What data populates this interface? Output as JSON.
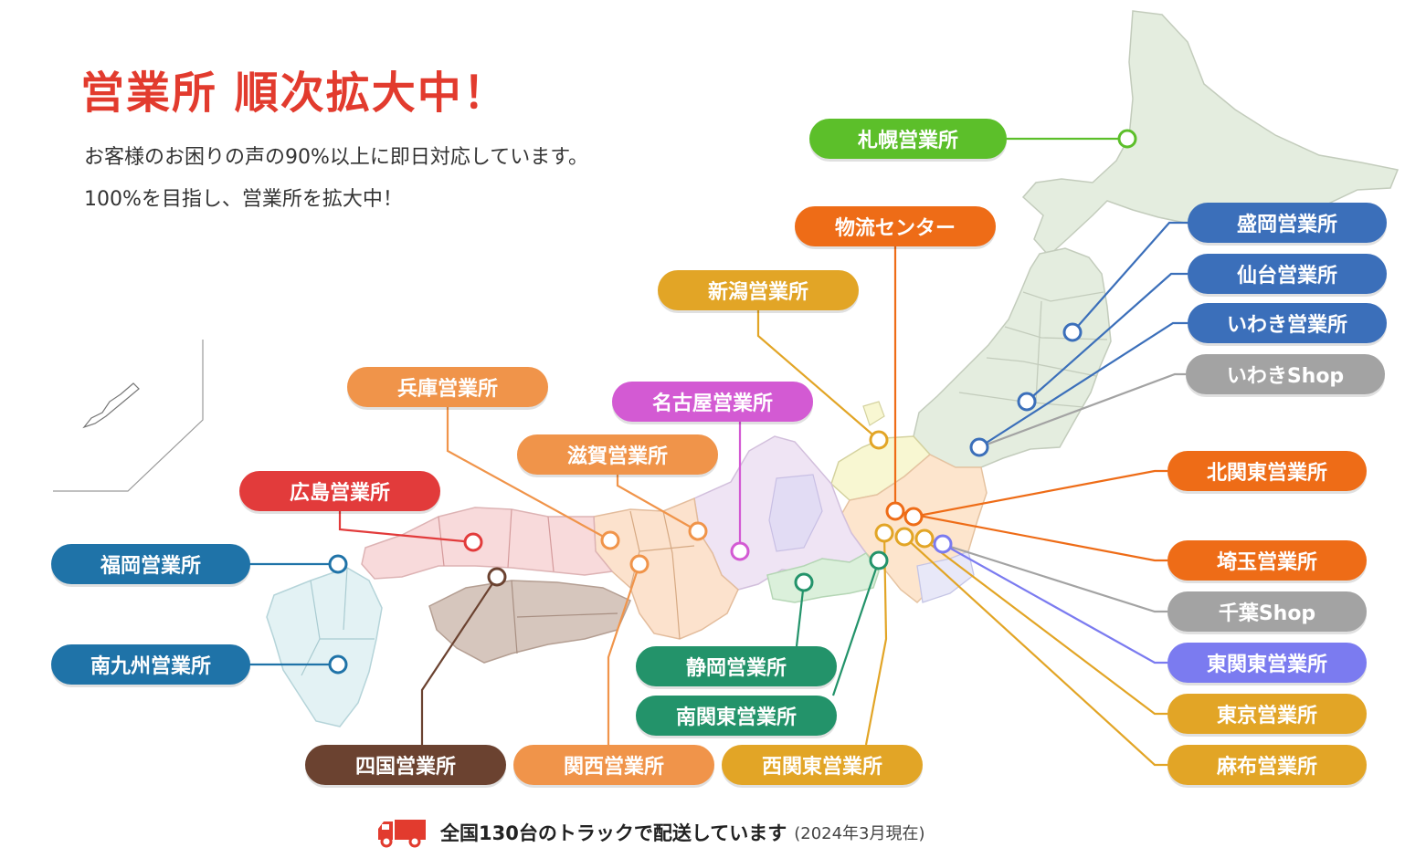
{
  "header": {
    "title": "営業所 順次拡大中！",
    "line1": "お客様のお困りの声の90%以上に即日対応しています。",
    "line2": "100%を目指し、営業所を拡大中！"
  },
  "offices": [
    {
      "id": "sapporo",
      "label": "札幌営業所",
      "color": "#5cbf2a"
    },
    {
      "id": "butsuryu",
      "label": "物流センター",
      "color": "#ee6c17"
    },
    {
      "id": "niigata",
      "label": "新潟営業所",
      "color": "#e2a526"
    },
    {
      "id": "morioka",
      "label": "盛岡営業所",
      "color": "#3b6fba"
    },
    {
      "id": "sendai",
      "label": "仙台営業所",
      "color": "#3b6fba"
    },
    {
      "id": "iwaki",
      "label": "いわき営業所",
      "color": "#3b6fba"
    },
    {
      "id": "iwaki-shop",
      "label": "いわきShop",
      "color": "#a3a3a3"
    },
    {
      "id": "hyogo",
      "label": "兵庫営業所",
      "color": "#f0944a"
    },
    {
      "id": "nagoya",
      "label": "名古屋営業所",
      "color": "#d35ad3"
    },
    {
      "id": "shiga",
      "label": "滋賀営業所",
      "color": "#f0944a"
    },
    {
      "id": "hiroshima",
      "label": "広島営業所",
      "color": "#e23b3b"
    },
    {
      "id": "fukuoka",
      "label": "福岡営業所",
      "color": "#1f73a8"
    },
    {
      "id": "minamikyushu",
      "label": "南九州営業所",
      "color": "#1f73a8"
    },
    {
      "id": "kitakanto",
      "label": "北関東営業所",
      "color": "#ee6c17"
    },
    {
      "id": "saitama",
      "label": "埼玉営業所",
      "color": "#ee6c17"
    },
    {
      "id": "chiba-shop",
      "label": "千葉Shop",
      "color": "#a3a3a3"
    },
    {
      "id": "higashikanto",
      "label": "東関東営業所",
      "color": "#7b7bf0"
    },
    {
      "id": "tokyo",
      "label": "東京営業所",
      "color": "#e2a526"
    },
    {
      "id": "azabu",
      "label": "麻布営業所",
      "color": "#e2a526"
    },
    {
      "id": "shizuoka",
      "label": "静岡営業所",
      "color": "#23936a"
    },
    {
      "id": "minamikanto",
      "label": "南関東営業所",
      "color": "#23936a"
    },
    {
      "id": "shikoku",
      "label": "四国営業所",
      "color": "#6b4230"
    },
    {
      "id": "kansai",
      "label": "関西営業所",
      "color": "#f0944a"
    },
    {
      "id": "nishikanto",
      "label": "西関東営業所",
      "color": "#e2a526"
    }
  ],
  "footer": {
    "text": "全国130台のトラックで配送しています",
    "note": "(2024年3月現在)",
    "icon": "truck-icon",
    "icon_color": "#e23b2e"
  }
}
